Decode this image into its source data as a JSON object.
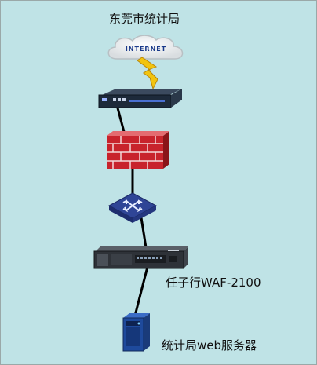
{
  "diagram": {
    "title": "东莞市统计局",
    "colors": {
      "background": "#bfe3e6",
      "link": "#000000",
      "firewall": "#c8232c",
      "switch": "#2c3f8f",
      "server": "#1f4fa0",
      "lightning": "#f2c40f"
    },
    "nodes": {
      "internet": {
        "text": "INTERNET",
        "icon": "cloud-icon"
      },
      "router": {
        "icon": "router-icon"
      },
      "firewall": {
        "icon": "firewall-icon"
      },
      "switch": {
        "icon": "switch-icon"
      },
      "waf": {
        "label": "任子行WAF-2100",
        "icon": "waf-appliance-icon"
      },
      "server": {
        "label": "统计局web服务器",
        "icon": "server-icon"
      }
    }
  }
}
